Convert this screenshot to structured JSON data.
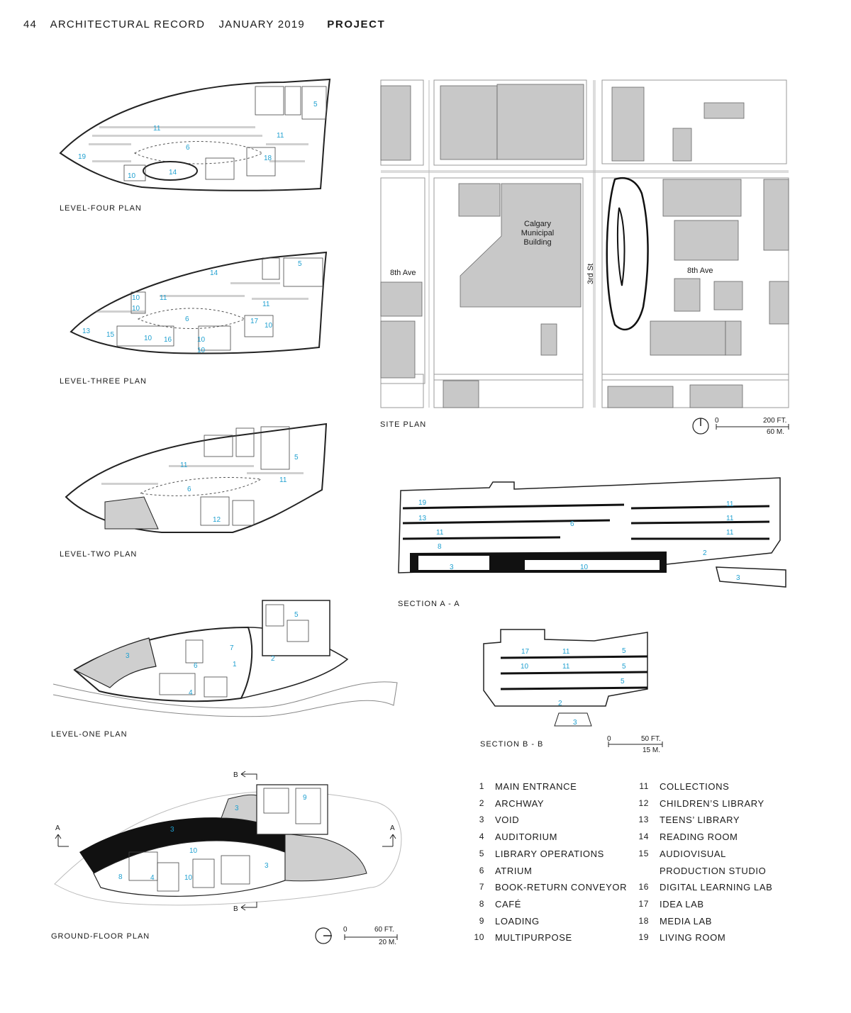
{
  "header": {
    "page_number": "44",
    "publication": "ARCHITECTURAL RECORD",
    "issue": "JANUARY 2019",
    "section": "PROJECT"
  },
  "captions": {
    "level_four": "LEVEL-FOUR PLAN",
    "level_three": "LEVEL-THREE PLAN",
    "level_two": "LEVEL-TWO PLAN",
    "level_one": "LEVEL-ONE PLAN",
    "ground": "GROUND-FLOOR PLAN",
    "site": "SITE PLAN",
    "section_aa": "SECTION A - A",
    "section_bb": "SECTION B - B"
  },
  "site_labels": {
    "building": "Calgary Municipal Building",
    "building_l1": "Calgary",
    "building_l2": "Municipal",
    "building_l3": "Building",
    "street_left": "8th Ave",
    "street_right": "8th Ave",
    "cross_street": "3rd St"
  },
  "scales": {
    "site": {
      "zero": "0",
      "ft": "200 FT.",
      "m": "60 M."
    },
    "section": {
      "zero": "0",
      "ft": "50 FT.",
      "m": "15 M."
    },
    "plans": {
      "zero": "0",
      "ft": "60 FT.",
      "m": "20 M."
    }
  },
  "section_marks": {
    "a": "A",
    "b": "B"
  },
  "legend_left": [
    {
      "n": "1",
      "label": "MAIN ENTRANCE"
    },
    {
      "n": "2",
      "label": "ARCHWAY"
    },
    {
      "n": "3",
      "label": "VOID"
    },
    {
      "n": "4",
      "label": "AUDITORIUM"
    },
    {
      "n": "5",
      "label": "LIBRARY OPERATIONS"
    },
    {
      "n": "6",
      "label": "ATRIUM"
    },
    {
      "n": "7",
      "label": "BOOK-RETURN CONVEYOR"
    },
    {
      "n": "8",
      "label": "CAFÉ"
    },
    {
      "n": "9",
      "label": "LOADING"
    },
    {
      "n": "10",
      "label": "MULTIPURPOSE"
    }
  ],
  "legend_right": [
    {
      "n": "11",
      "label": "COLLECTIONS"
    },
    {
      "n": "12",
      "label": "CHILDREN’S LIBRARY"
    },
    {
      "n": "13",
      "label": "TEENS’ LIBRARY"
    },
    {
      "n": "14",
      "label": "READING ROOM"
    },
    {
      "n": "15",
      "label": "AUDIOVISUAL"
    },
    {
      "n": "",
      "label": "PRODUCTION STUDIO"
    },
    {
      "n": "16",
      "label": "DIGITAL LEARNING LAB"
    },
    {
      "n": "17",
      "label": "IDEA LAB"
    },
    {
      "n": "18",
      "label": "MEDIA LAB"
    },
    {
      "n": "19",
      "label": "LIVING ROOM"
    }
  ],
  "plan_tags": {
    "l4": [
      "19",
      "10",
      "14",
      "6",
      "11",
      "18",
      "11",
      "5"
    ],
    "l3": [
      "14",
      "5",
      "10",
      "10",
      "11",
      "11",
      "6",
      "13",
      "15",
      "10",
      "16",
      "10",
      "10",
      "17",
      "10"
    ],
    "l2": [
      "11",
      "6",
      "11",
      "5",
      "12"
    ],
    "l1": [
      "3",
      "7",
      "6",
      "1",
      "2",
      "5",
      "4"
    ],
    "g": [
      "3",
      "9",
      "3",
      "10",
      "3",
      "10",
      "8",
      "4"
    ],
    "saa": [
      "19",
      "13",
      "6",
      "11",
      "8",
      "11",
      "11",
      "11",
      "2",
      "3",
      "10",
      "3"
    ],
    "sbb": [
      "17",
      "11",
      "5",
      "10",
      "11",
      "5",
      "5",
      "2",
      "3"
    ]
  },
  "colors": {
    "tag": "#1fa0d0",
    "fill": "#cfcfcf",
    "ink": "#1a1a1a"
  }
}
